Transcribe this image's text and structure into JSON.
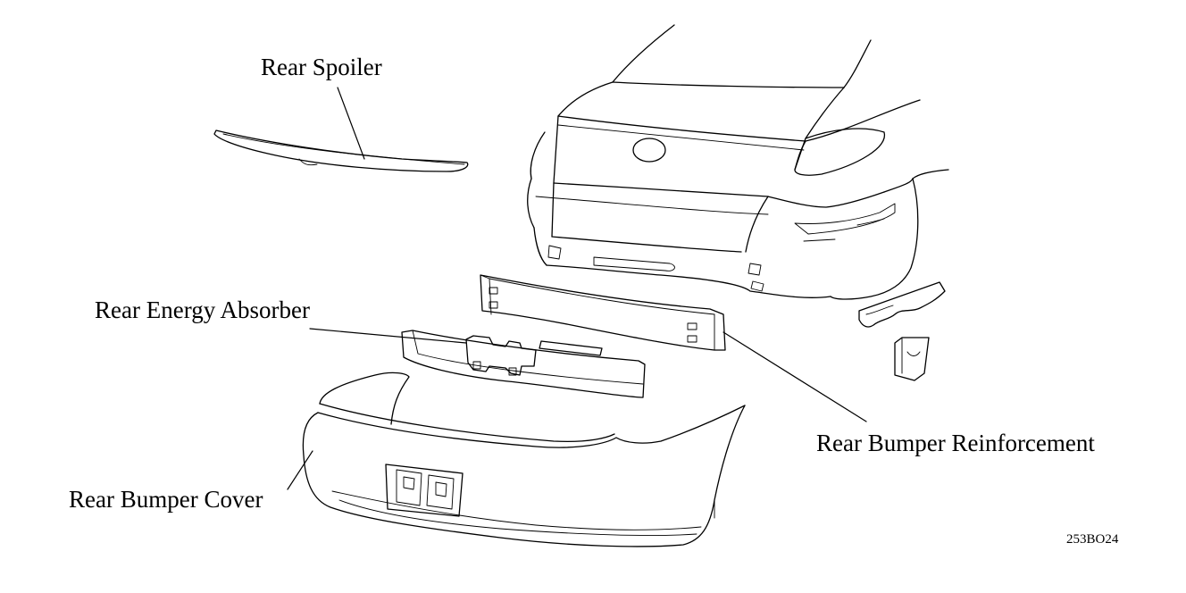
{
  "labels": {
    "rear_spoiler": "Rear Spoiler",
    "rear_energy_absorber": "Rear Energy Absorber",
    "rear_bumper_reinforcement": "Rear Bumper Reinforcement",
    "rear_bumper_cover": "Rear Bumper Cover"
  },
  "figure_code": "253BO24"
}
